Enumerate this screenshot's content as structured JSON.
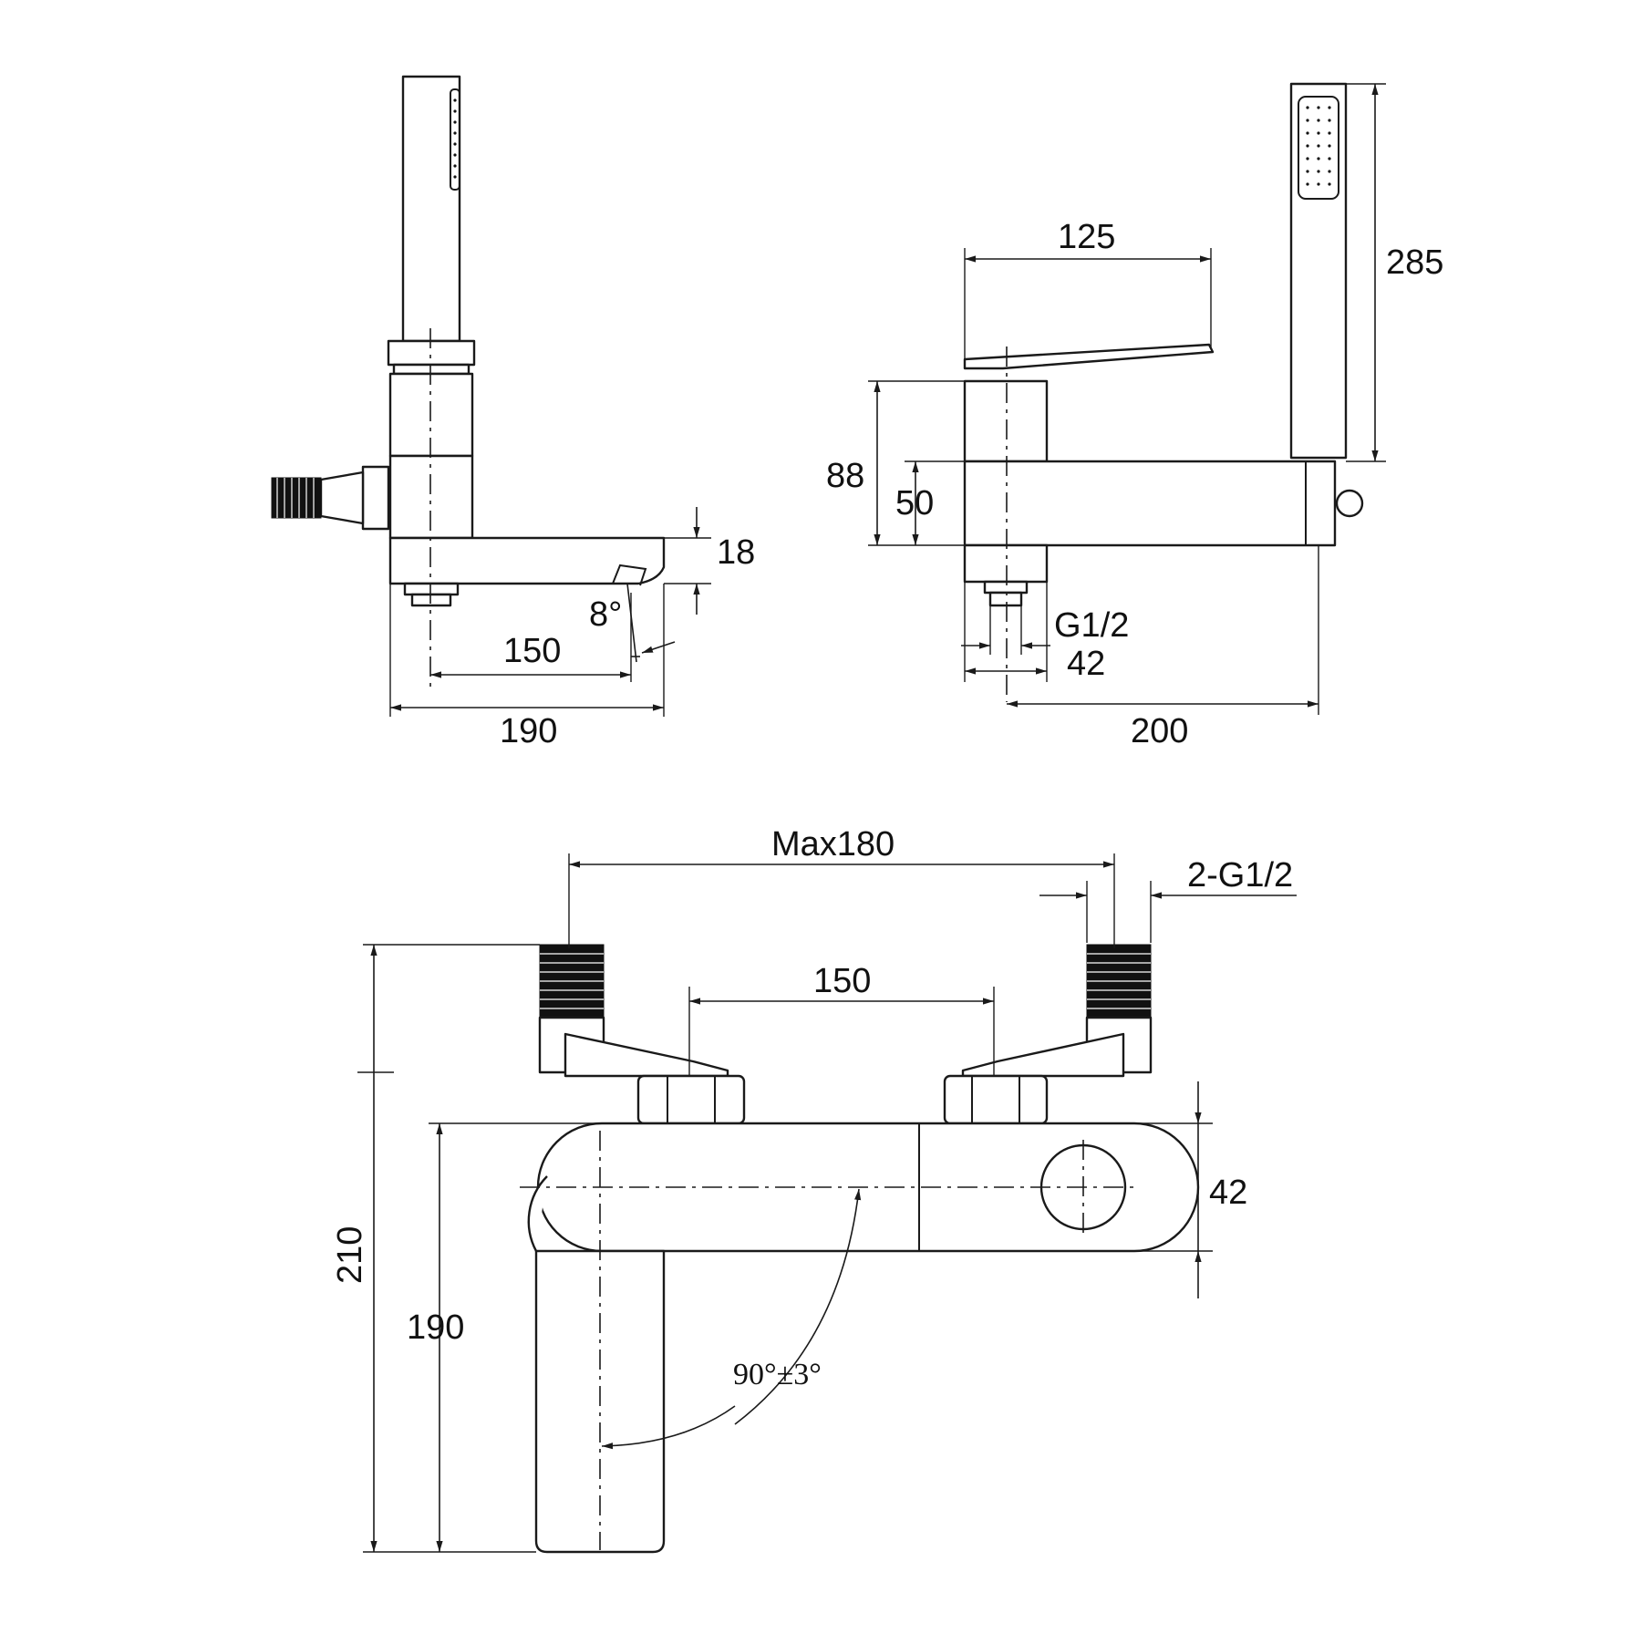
{
  "side_view": {
    "dim_18": "18",
    "dim_angle": "8°",
    "dim_150": "150",
    "dim_190": "190"
  },
  "front_view": {
    "dim_125": "125",
    "dim_285": "285",
    "dim_88": "88",
    "dim_50": "50",
    "dim_g12": "G1/2",
    "dim_42": "42",
    "dim_200": "200"
  },
  "top_view": {
    "dim_max180": "Max180",
    "dim_2g12": "2-G1/2",
    "dim_150": "150",
    "dim_42": "42",
    "dim_210": "210",
    "dim_190": "190",
    "dim_angle": "90°±3°"
  }
}
